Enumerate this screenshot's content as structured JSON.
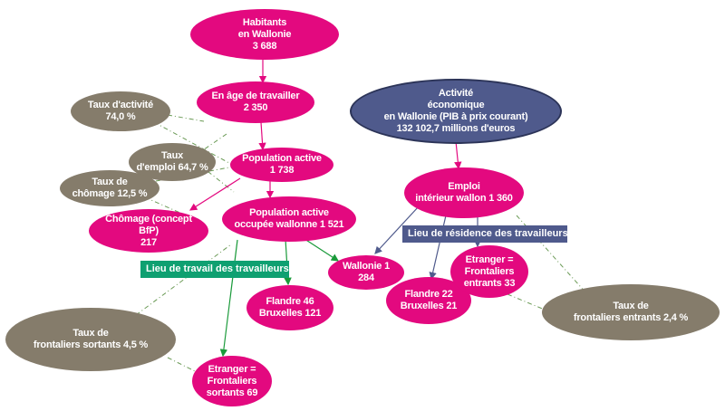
{
  "colors": {
    "magenta": "#e3097f",
    "grey": "#857c6b",
    "navy": "#4f5a8c",
    "green": "#0fa071",
    "dash": "#6a9a55"
  },
  "nodes": {
    "habitants": [
      "Habitants",
      "en Wallonie",
      "3 688"
    ],
    "age_travailler": [
      "En âge de travailler",
      "2 350"
    ],
    "population_active": [
      "Population active",
      "1 738"
    ],
    "population_occupee": [
      "Population active",
      "occupée wallonne  1 521"
    ],
    "chomage": [
      "Chômage (concept BfP)",
      "217"
    ],
    "wallonie": [
      "Wallonie 1 284"
    ],
    "flandre_bxl_gauche": [
      "Flandre  46",
      "Bruxelles  121"
    ],
    "etranger_sortants": [
      "Etranger =",
      "Frontaliers",
      "sortants 69"
    ],
    "activite": [
      "Activité",
      "économique",
      "en Wallonie (PIB à prix courant)",
      "132 102,7 millions d'euros"
    ],
    "emploi_interieur": [
      "Emploi",
      "intérieur wallon  1 360"
    ],
    "flandre_bxl_droite": [
      "Flandre  22",
      "Bruxelles  21"
    ],
    "etranger_entrants": [
      "Etranger =",
      "Frontaliers",
      "entrants  33"
    ],
    "taux_activite": [
      "Taux d'activité",
      "74,0 %"
    ],
    "taux_emploi": [
      "Taux",
      "d'emploi  64,7 %"
    ],
    "taux_chomage": [
      "Taux de",
      "chômage 12,5 %"
    ],
    "taux_sortants": [
      "Taux de",
      "frontaliers sortants 4,5 %"
    ],
    "taux_entrants": [
      "Taux de",
      "frontaliers  entrants 2,4 %"
    ]
  },
  "tags": {
    "lieu_travail": "Lieu de travail des travailleurs",
    "lieu_residence": "Lieu de résidence des travailleurs"
  }
}
